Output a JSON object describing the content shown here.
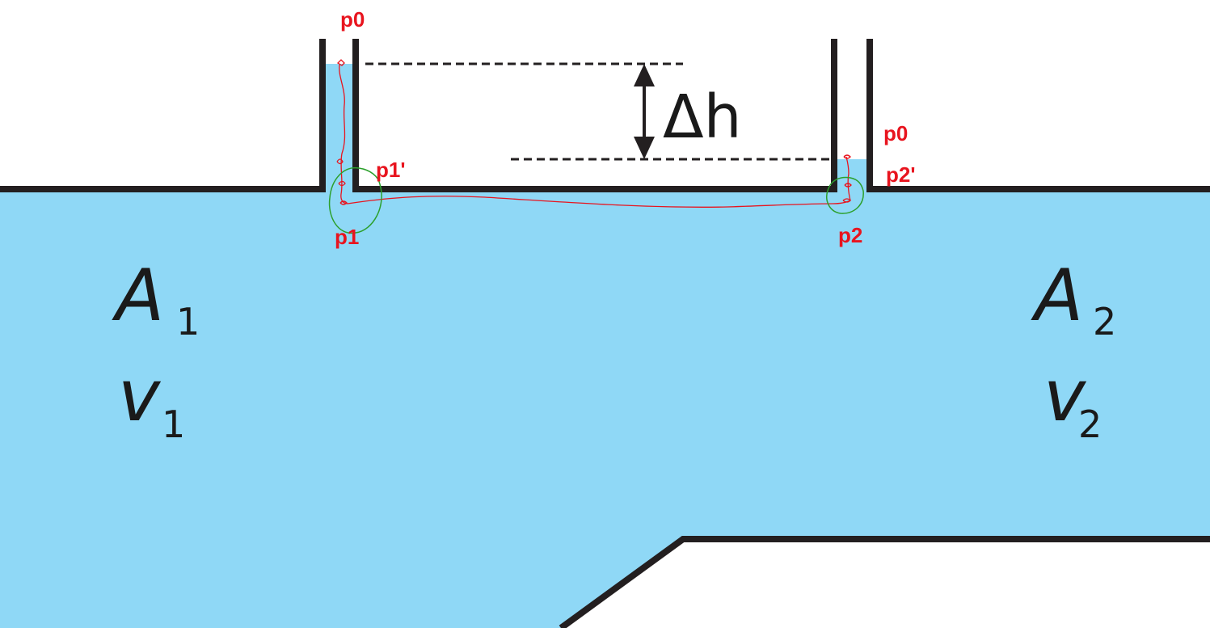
{
  "colors": {
    "water": "#8fd8f6",
    "wall": "#231f20",
    "annotation_red": "#e8141e",
    "annotation_green": "#2ca02c"
  },
  "labels": {
    "delta_h": "Δh",
    "area_1": {
      "letter": "A",
      "sub": "1"
    },
    "velocity_1": {
      "letter": "v",
      "sub": "1"
    },
    "area_2": {
      "letter": "A",
      "sub": "2"
    },
    "velocity_2": {
      "letter": "v",
      "sub": "2"
    },
    "p0_left": "p0",
    "p0_right": "p0",
    "p1_prime": "p1'",
    "p1": "p1",
    "p2_prime": "p2'",
    "p2": "p2"
  }
}
